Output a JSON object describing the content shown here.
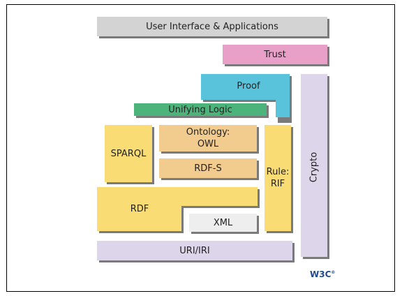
{
  "layers": {
    "ui_apps": "User Interface & Applications",
    "trust": "Trust",
    "proof": "Proof",
    "unifying_logic": "Unifying Logic",
    "ontology_line1": "Ontology:",
    "ontology_line2": "OWL",
    "sparql": "SPARQL",
    "rdfs": "RDF-S",
    "rule_line1": "Rule:",
    "rule_line2": "RIF",
    "crypto": "Crypto",
    "rdf": "RDF",
    "xml": "XML",
    "uri": "URI/IRI"
  },
  "logo": {
    "text": "W3C",
    "mark": "®"
  },
  "colors": {
    "grey": "#d3d3d3",
    "pink": "#e8a0c8",
    "cyan": "#59c3dc",
    "green": "#4cb47a",
    "lilac": "#ddd6eb",
    "yellow": "#f9dc73",
    "peach": "#f2cc8f",
    "xml": "#eeeeee"
  }
}
